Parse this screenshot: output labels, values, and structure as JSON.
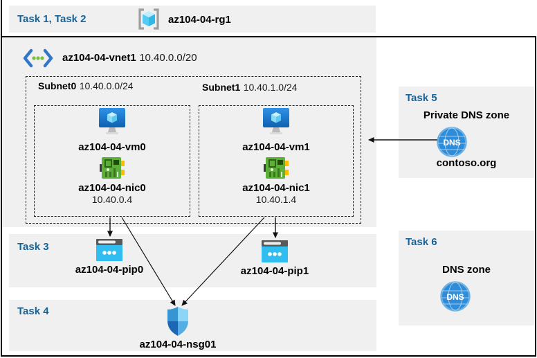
{
  "header": {
    "task_label": "Task 1, Task 2",
    "resource_group": {
      "name": "az104-04-rg1"
    }
  },
  "vnet": {
    "name": "az104-04-vnet1",
    "cidr": "10.40.0.0/20",
    "subnets": [
      {
        "name": "Subnet0",
        "cidr": "10.40.0.0/24",
        "vm": {
          "name": "az104-04-vm0"
        },
        "nic": {
          "name": "az104-04-nic0",
          "ip": "10.40.0.4"
        }
      },
      {
        "name": "Subnet1",
        "cidr": "10.40.1.0/24",
        "vm": {
          "name": "az104-04-vm1"
        },
        "nic": {
          "name": "az104-04-nic1",
          "ip": "10.40.1.4"
        }
      }
    ]
  },
  "task3": {
    "label": "Task 3",
    "pips": [
      {
        "name": "az104-04-pip0"
      },
      {
        "name": "az104-04-pip1"
      }
    ]
  },
  "task4": {
    "label": "Task 4",
    "nsg": {
      "name": "az104-04-nsg01"
    }
  },
  "task5": {
    "label": "Task 5",
    "title": "Private DNS zone",
    "zone_name": "contoso.org",
    "dns_icon_text": "DNS"
  },
  "task6": {
    "label": "Task 6",
    "title": "DNS zone",
    "dns_icon_text": "DNS"
  },
  "colors": {
    "task_label_blue": "#176397",
    "panel_gray": "#F0F0F0",
    "frame_black": "#000000",
    "vm_blue": "#1E7BD0",
    "nic_green": "#5CB037",
    "pip_cyan": "#31BDEF",
    "dns_blue": "#2F8CD9",
    "nsg_blue": "#3795D3"
  }
}
